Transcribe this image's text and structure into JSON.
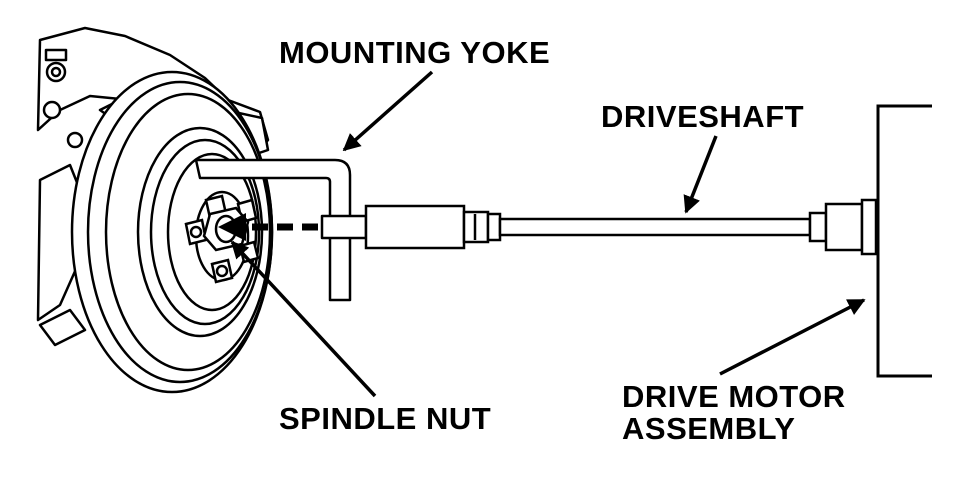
{
  "labels": {
    "mounting_yoke": "MOUNTING YOKE",
    "driveshaft": "DRIVESHAFT",
    "spindle_nut": "SPINDLE NUT",
    "drive_motor_line1": "DRIVE MOTOR",
    "drive_motor_line2": "ASSEMBLY"
  },
  "colors": {
    "ink": "#000000",
    "paper": "#ffffff"
  }
}
